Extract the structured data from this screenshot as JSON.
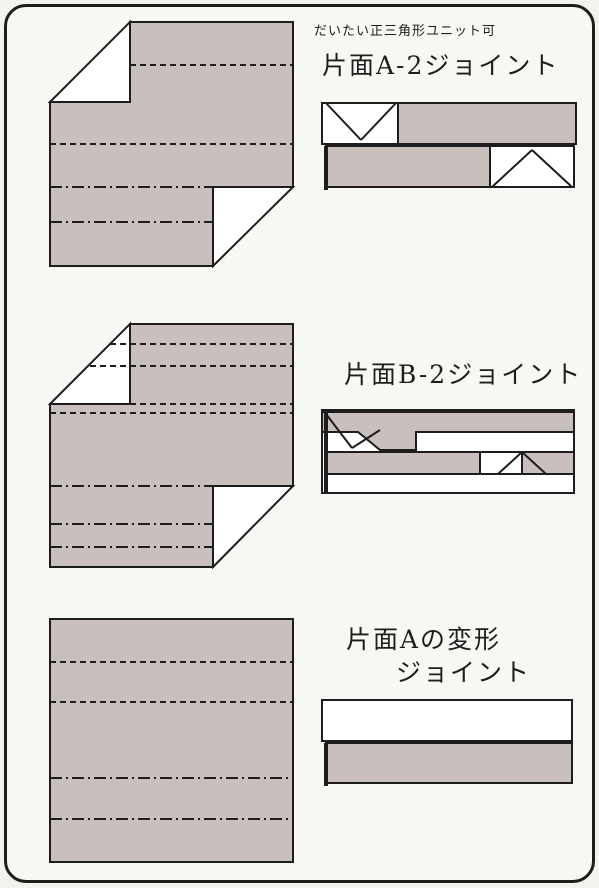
{
  "note": "だいたい正三角形ユニット可",
  "joints": {
    "a2": {
      "title": "片面A-2ジョイント"
    },
    "b2": {
      "title": "片面B-2ジョイント"
    },
    "a_variant": {
      "title_line1": "片面Aの変形",
      "title_line2": "ジョイント"
    }
  },
  "colors": {
    "fill": "#c9bfbc",
    "line": "#1d1d1d",
    "paper": "#ffffff"
  },
  "line_styles": [
    "dashed",
    "dash-dot"
  ]
}
